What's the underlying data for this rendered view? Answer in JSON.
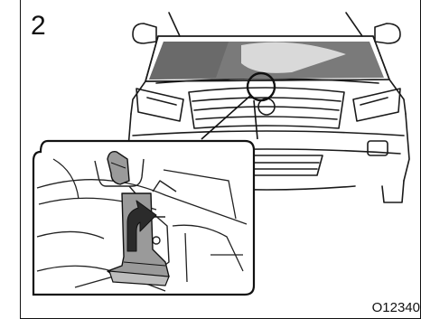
{
  "figure": {
    "step_number": "2",
    "figure_code": "O12340"
  },
  "icons": {
    "car": "car-front-icon",
    "lever": "hood-release-lever-icon",
    "arrow": "push-up-arrow-icon",
    "callout": "magnifier-callout-circle"
  },
  "colors": {
    "line": "#1a1a1a",
    "windshield_gray": "#7a7a7a",
    "lever_gray": "#9a9a9a",
    "arrow_dark": "#2b2b2b",
    "background": "#ffffff"
  }
}
